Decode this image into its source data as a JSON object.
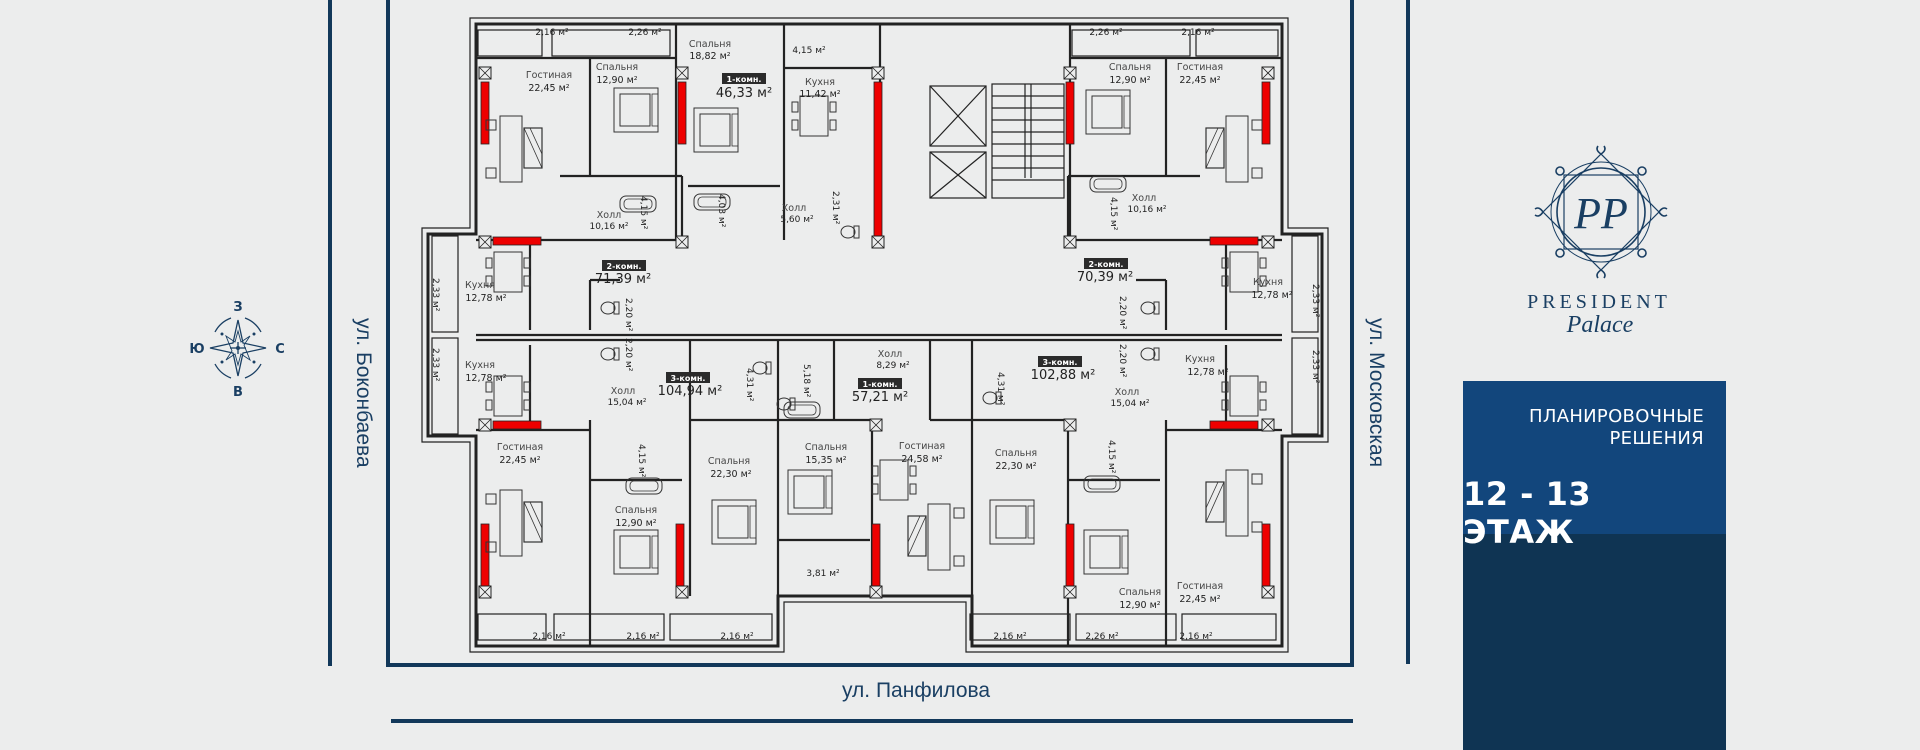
{
  "brand": {
    "monogram": "PP",
    "name_line1": "PRESIDENT",
    "name_line2": "Palace",
    "color_primary": "#12385a",
    "color_panel_top": "#12467c",
    "color_panel_bottom": "#0f3453"
  },
  "panel": {
    "title": "ПЛАНИРОВОЧНЫЕ РЕШЕНИЯ",
    "title_line1": "ПЛАНИРОВОЧНЫЕ",
    "title_line2": "РЕШЕНИЯ",
    "floor": "12 - 13 ЭТАЖ"
  },
  "compass": {
    "north": "З",
    "south": "В",
    "west": "Ю",
    "east": "С"
  },
  "streets": {
    "left": "ул. Боконбаева",
    "right": "ул. Московская",
    "bottom": "ул. Панфилова"
  },
  "apartments": [
    {
      "rooms": "1-комн.",
      "area": "46,33 м²"
    },
    {
      "rooms": "2-комн.",
      "area": "71,39 м²"
    },
    {
      "rooms": "2-комн.",
      "area": "70,39 м²"
    },
    {
      "rooms": "3-комн.",
      "area": "104,94 м²"
    },
    {
      "rooms": "1-комн.",
      "area": "57,21 м²"
    },
    {
      "rooms": "3-комн.",
      "area": "102,88 м²"
    }
  ],
  "rooms": [
    {
      "name": "Гостиная",
      "area": "22,45 м²"
    },
    {
      "name": "Спальня",
      "area": "12,90 м²"
    },
    {
      "name": "Спальня",
      "area": "18,82 м²"
    },
    {
      "name": "Кухня",
      "area": "11,42 м²"
    },
    {
      "name": "Холл",
      "area": "10,16 м²"
    },
    {
      "name": "Холл",
      "area": "5,60 м²"
    },
    {
      "name": "Спальня",
      "area": "12,90 м²"
    },
    {
      "name": "Гостиная",
      "area": "22,45 м²"
    },
    {
      "name": "Холл",
      "area": "10,16 м²"
    },
    {
      "name": "Кухня",
      "area": "12,78 м²"
    },
    {
      "name": "Кухня",
      "area": "12,78 м²"
    },
    {
      "name": "Кухня",
      "area": "12,78 м²"
    },
    {
      "name": "Кухня",
      "area": "12,78 м²"
    },
    {
      "name": "Холл",
      "area": "15,04 м²"
    },
    {
      "name": "Холл",
      "area": "8,29 м²"
    },
    {
      "name": "Холл",
      "area": "15,04 м²"
    },
    {
      "name": "Гостиная",
      "area": "22,45 м²"
    },
    {
      "name": "Спальня",
      "area": "22,30 м²"
    },
    {
      "name": "Спальня",
      "area": "12,90 м²"
    },
    {
      "name": "Спальня",
      "area": "15,35 м²"
    },
    {
      "name": "Гостиная",
      "area": "24,58 м²"
    },
    {
      "name": "Спальня",
      "area": "22,30 м²"
    },
    {
      "name": "Спальня",
      "area": "12,90 м²"
    },
    {
      "name": "Гостиная",
      "area": "22,45 м²"
    }
  ],
  "small_areas": {
    "balc_tl1": "2,16 м²",
    "balc_tl2": "2,26 м²",
    "store_top": "4,15 м²",
    "balc_tr1": "2,26 м²",
    "balc_tr2": "2,16 м²",
    "bath_1": "4,15 м²",
    "bath_2": "4,03 м²",
    "wc_1": "2,31 м²",
    "bath_3": "4,15 м²",
    "balc_l1": "2,33 м²",
    "balc_l2": "2,33 м²",
    "balc_r1": "2,33 м²",
    "balc_r2": "2,33 м²",
    "wc_l1": "2,20 м²",
    "wc_l2": "2,20 м²",
    "wc_r1": "2,20 м²",
    "wc_r2": "2,20 м²",
    "bath_4": "4,31 м²",
    "bath_5": "5,18 м²",
    "bath_6": "4,31 м²",
    "bath_7": "4,15 м²",
    "bath_8": "4,15 м²",
    "store_bottom": "3,81 м²",
    "balc_b1": "2,16 м²",
    "balc_b2": "2,16 м²",
    "balc_b3": "2,16 м²",
    "balc_b4": "2,16 м²",
    "balc_b5": "2,26 м²",
    "balc_b6": "2,16 м²"
  }
}
